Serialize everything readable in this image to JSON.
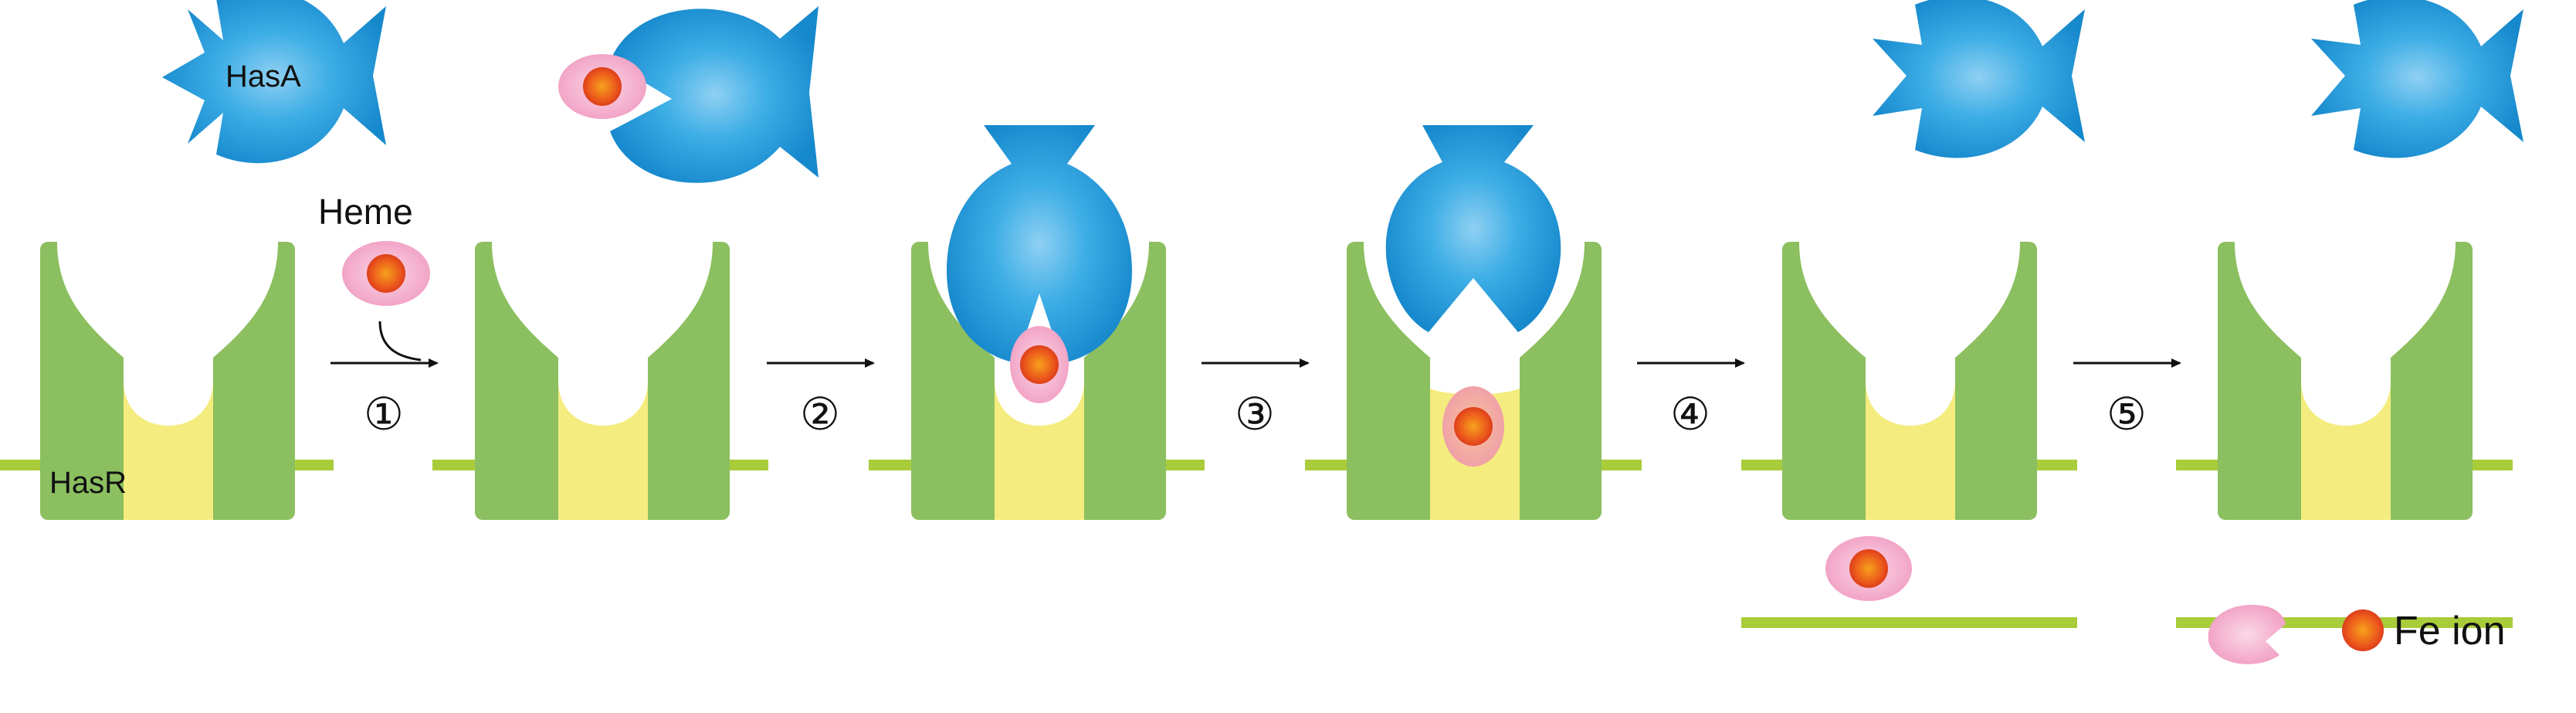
{
  "labels": {
    "hasa": "HasA",
    "heme": "Heme",
    "hasr": "HasR",
    "fe_ion": "Fe ion"
  },
  "steps": [
    "①",
    "②",
    "③",
    "④",
    "⑤"
  ],
  "colors": {
    "receptor_green": "#8bbf5f",
    "channel_yellow": "#f4ec7e",
    "membrane_line": "#a9cc3a",
    "hasa_blue": "#1f97d6",
    "hasa_highlight": "#8fd0f2",
    "heme_pink": "#f3aac7",
    "iron_red": "#e8401c",
    "iron_orange": "#f7a21c",
    "text": "#111111"
  }
}
